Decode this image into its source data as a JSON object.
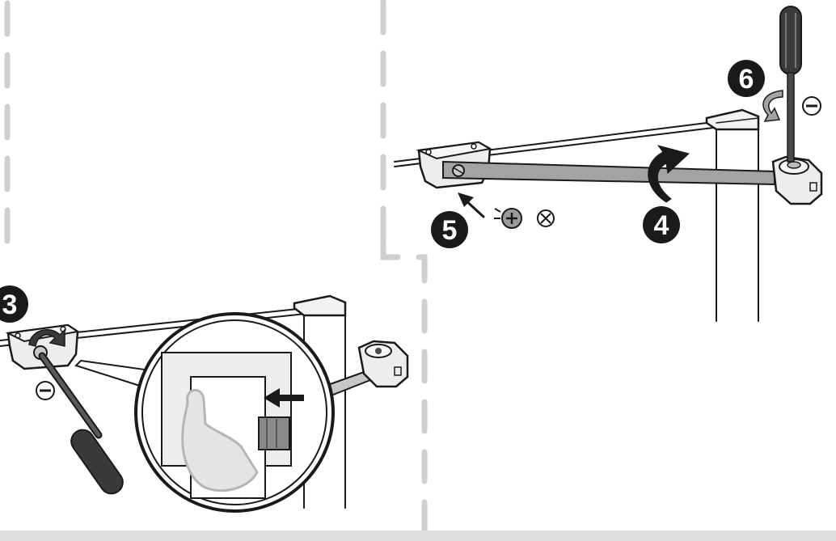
{
  "steps": [
    {
      "number": "3"
    },
    {
      "number": "4"
    },
    {
      "number": "5"
    },
    {
      "number": "6"
    }
  ],
  "colors": {
    "outline": "#1a1a1a",
    "bar": "#a3a3a3",
    "bracket": "#ededed",
    "divider": "#cfcfcf",
    "arm": "#c8c8c8",
    "footer": "#dedede"
  },
  "icons": {
    "unscrew_symbol": "minus-circle-icon",
    "no_screw_symbol": "x-circle-icon",
    "strength_symbol": "flexed-arm-icon"
  }
}
